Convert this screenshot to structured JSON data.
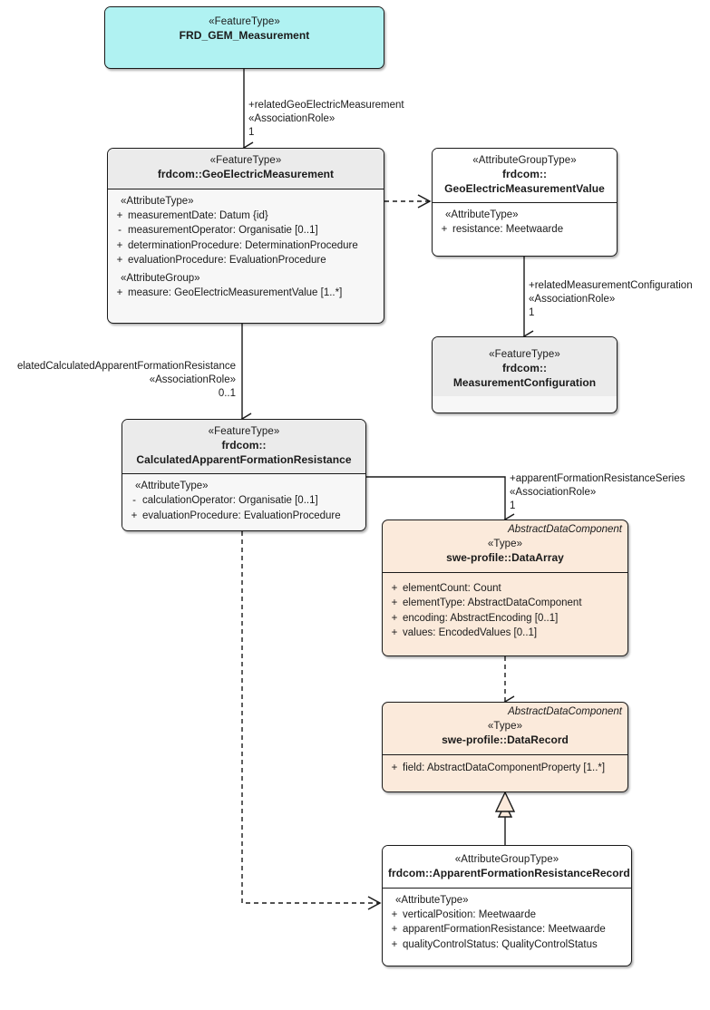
{
  "diagram": {
    "title": "FRD_GEM_Measurement UML class diagram",
    "colors": {
      "root_fill": "#b0f2f2",
      "feature_header_fill": "#ebebeb",
      "feature_body_fill": "#f7f7f7",
      "swe_fill": "#fbeadb",
      "attribute_group_fill": "#ffffff",
      "line": "#1a1a1a"
    }
  },
  "classes": {
    "frd_gem_measurement": {
      "stereotype": "«FeatureType»",
      "name": "FRD_GEM_Measurement"
    },
    "geoelectric_measurement": {
      "stereotype": "«FeatureType»",
      "name": "frdcom::GeoElectricMeasurement",
      "compartments": [
        {
          "stereotype": "«AttributeType»",
          "attributes": [
            {
              "visibility": "+",
              "text": "measurementDate: Datum {id}"
            },
            {
              "visibility": "-",
              "text": "measurementOperator: Organisatie [0..1]"
            },
            {
              "visibility": "+",
              "text": "determinationProcedure: DeterminationProcedure"
            },
            {
              "visibility": "+",
              "text": "evaluationProcedure: EvaluationProcedure"
            }
          ]
        },
        {
          "stereotype": "«AttributeGroup»",
          "attributes": [
            {
              "visibility": "+",
              "text": "measure: GeoElectricMeasurementValue [1..*]"
            }
          ]
        }
      ]
    },
    "geoelectric_measurement_value": {
      "stereotype": "«AttributeGroupType»",
      "name_line1": "frdcom::",
      "name_line2": "GeoElectricMeasurementValue",
      "compartments": [
        {
          "stereotype": "«AttributeType»",
          "attributes": [
            {
              "visibility": "+",
              "text": "resistance: Meetwaarde"
            }
          ]
        }
      ]
    },
    "measurement_configuration": {
      "stereotype": "«FeatureType»",
      "name_line1": "frdcom::",
      "name_line2": "MeasurementConfiguration"
    },
    "calculated_apparent_formation_resistance": {
      "stereotype": "«FeatureType»",
      "name_line1": "frdcom::",
      "name_line2": "CalculatedApparentFormationResistance",
      "compartments": [
        {
          "stereotype": "«AttributeType»",
          "attributes": [
            {
              "visibility": "-",
              "text": "calculationOperator: Organisatie [0..1]"
            },
            {
              "visibility": "+",
              "text": "evaluationProcedure: EvaluationProcedure"
            }
          ]
        }
      ]
    },
    "data_array": {
      "abstract_label": "AbstractDataComponent",
      "stereotype": "«Type»",
      "name": "swe-profile::DataArray",
      "compartments": [
        {
          "stereotype": "",
          "attributes": [
            {
              "visibility": "+",
              "text": "elementCount: Count"
            },
            {
              "visibility": "+",
              "text": "elementType: AbstractDataComponent"
            },
            {
              "visibility": "+",
              "text": "encoding: AbstractEncoding [0..1]"
            },
            {
              "visibility": "+",
              "text": "values: EncodedValues [0..1]"
            }
          ]
        }
      ]
    },
    "data_record": {
      "abstract_label": "AbstractDataComponent",
      "stereotype": "«Type»",
      "name": "swe-profile::DataRecord",
      "compartments": [
        {
          "stereotype": "",
          "attributes": [
            {
              "visibility": "+",
              "text": "field: AbstractDataComponentProperty [1..*]"
            }
          ]
        }
      ]
    },
    "apparent_formation_resistance_record": {
      "stereotype": "«AttributeGroupType»",
      "name": "frdcom::ApparentFormationResistanceRecord",
      "compartments": [
        {
          "stereotype": "«AttributeType»",
          "attributes": [
            {
              "visibility": "+",
              "text": "verticalPosition: Meetwaarde"
            },
            {
              "visibility": "+",
              "text": "apparentFormationResistance: Meetwaarde"
            },
            {
              "visibility": "+",
              "text": "qualityControlStatus: QualityControlStatus"
            }
          ]
        }
      ]
    }
  },
  "edges": {
    "related_geoelectric_measurement": {
      "role": "+relatedGeoElectricMeasurement",
      "stereotype": "«AssociationRole»",
      "multiplicity": "1"
    },
    "related_measurement_configuration": {
      "role": "+relatedMeasurementConfiguration",
      "stereotype": "«AssociationRole»",
      "multiplicity": "1"
    },
    "related_calculated_apparent_formation_resistance": {
      "role": "elatedCalculatedApparentFormationResistance",
      "stereotype": "«AssociationRole»",
      "multiplicity": "0..1"
    },
    "apparent_formation_resistance_series": {
      "role": "+apparentFormationResistanceSeries",
      "stereotype": "«AssociationRole»",
      "multiplicity": "1"
    }
  }
}
